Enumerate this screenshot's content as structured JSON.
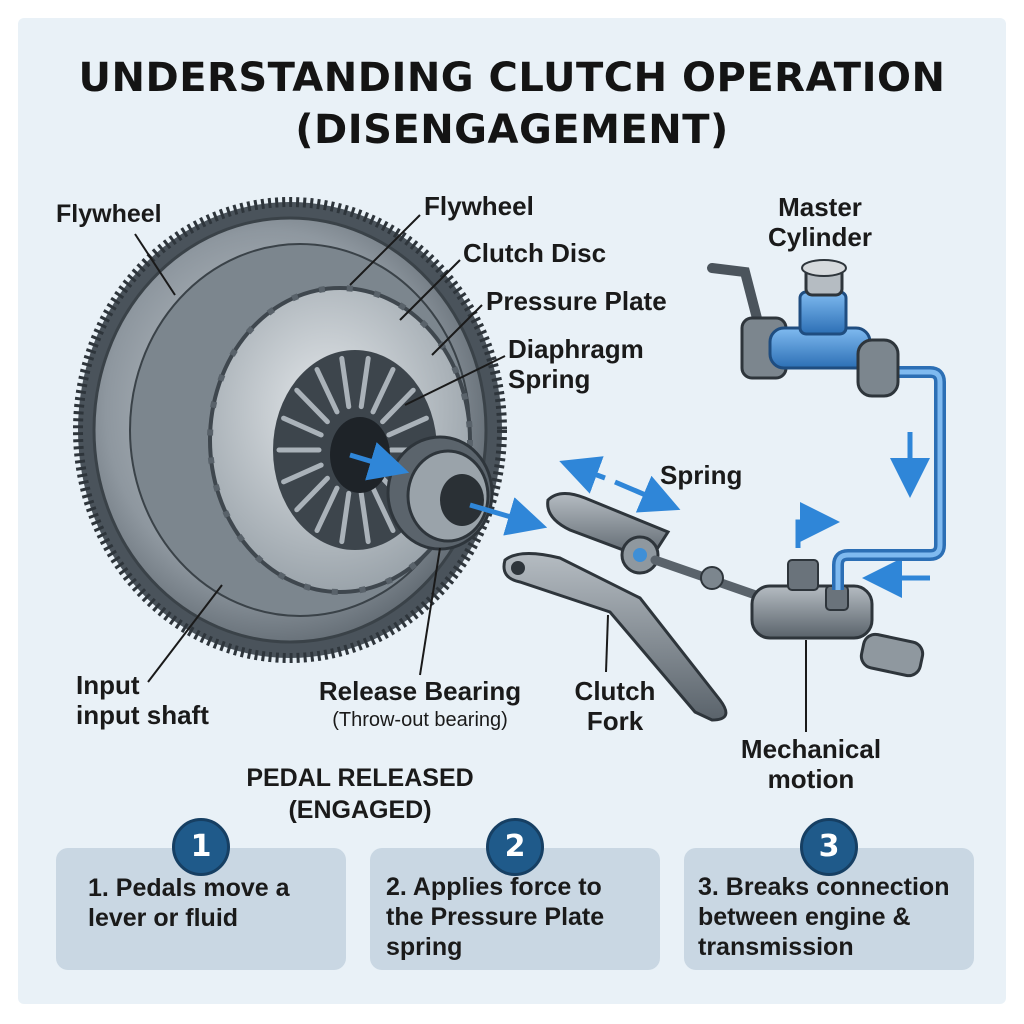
{
  "title": {
    "line1": "UNDERSTANDING CLUTCH OPERATION",
    "line2": "(DISENGAGEMENT)"
  },
  "labels": {
    "flywheel_left": "Flywheel",
    "flywheel_right": "Flywheel",
    "clutch_disc": "Clutch Disc",
    "pressure_plate": "Pressure Plate",
    "diaphragm_spring": [
      "Diaphragm",
      "Spring"
    ],
    "master_cylinder": [
      "Master",
      "Cylinder"
    ],
    "spring": "Spring",
    "input_shaft": [
      "Input",
      "input shaft"
    ],
    "release_bearing": "Release Bearing",
    "release_bearing_sub": "(Throw-out bearing)",
    "clutch_fork": [
      "Clutch",
      "Fork"
    ],
    "mechanical_motion": [
      "Mechanical",
      "motion"
    ],
    "pedal_state": [
      "PEDAL RELEASED",
      "(ENGAGED)"
    ]
  },
  "steps": [
    {
      "number": "1",
      "text": [
        "1. Pedals move a",
        "lever or fluid"
      ]
    },
    {
      "number": "2",
      "text": [
        "2. Applies force to",
        "the Pressure Plate",
        "spring"
      ]
    },
    {
      "number": "3",
      "text": [
        "3. Breaks connection",
        "between engine &",
        "transmission"
      ]
    }
  ],
  "colors": {
    "background": "#e9f1f7",
    "metal": "#9aa4ad",
    "metal_dark": "#4b545c",
    "fluid_blue": "#3f8fd6",
    "arrow_blue": "#2f86d8",
    "step_circle": "#1f5a8a",
    "step_box": "#c9d7e3"
  }
}
